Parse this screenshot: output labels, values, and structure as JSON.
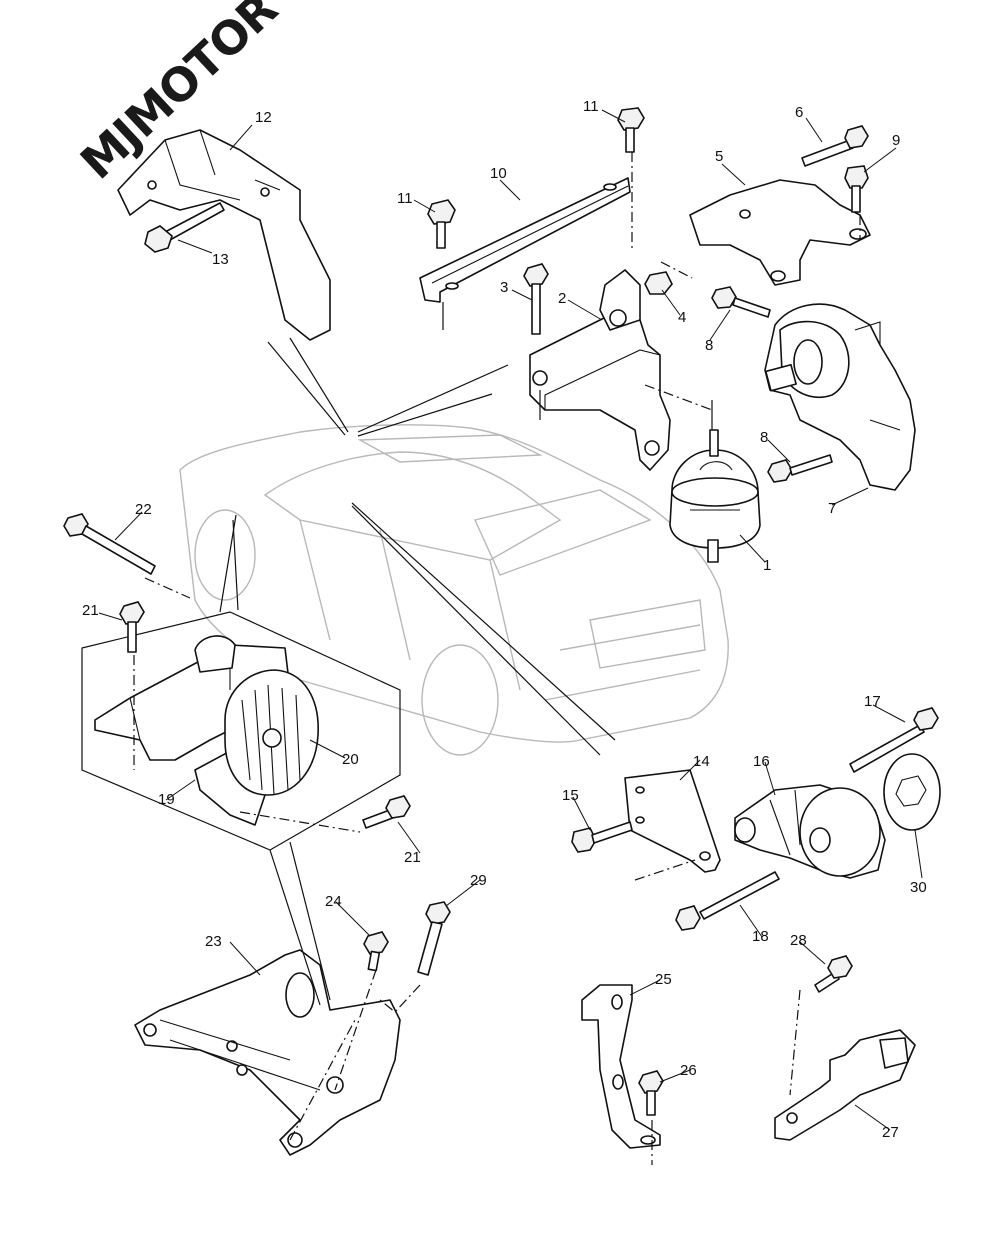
{
  "watermark": "MJMOTOR",
  "callouts": [
    {
      "id": "c12a",
      "label": "12"
    },
    {
      "id": "c13",
      "label": "13"
    },
    {
      "id": "c11a",
      "label": "11"
    },
    {
      "id": "c11b",
      "label": "11"
    },
    {
      "id": "c10",
      "label": "10"
    },
    {
      "id": "c6",
      "label": "6"
    },
    {
      "id": "c9",
      "label": "9"
    },
    {
      "id": "c5",
      "label": "5"
    },
    {
      "id": "c3",
      "label": "3"
    },
    {
      "id": "c2",
      "label": "2"
    },
    {
      "id": "c4",
      "label": "4"
    },
    {
      "id": "c8a",
      "label": "8"
    },
    {
      "id": "c8b",
      "label": "8"
    },
    {
      "id": "c7",
      "label": "7"
    },
    {
      "id": "c1",
      "label": "1"
    },
    {
      "id": "c22",
      "label": "22"
    },
    {
      "id": "c21a",
      "label": "21"
    },
    {
      "id": "c20",
      "label": "20"
    },
    {
      "id": "c19",
      "label": "19"
    },
    {
      "id": "c21b",
      "label": "21"
    },
    {
      "id": "c17",
      "label": "17"
    },
    {
      "id": "c14",
      "label": "14"
    },
    {
      "id": "c16",
      "label": "16"
    },
    {
      "id": "c15",
      "label": "15"
    },
    {
      "id": "c30",
      "label": "30"
    },
    {
      "id": "c18",
      "label": "18"
    },
    {
      "id": "c29",
      "label": "29"
    },
    {
      "id": "c24",
      "label": "24"
    },
    {
      "id": "c23",
      "label": "23"
    },
    {
      "id": "c28",
      "label": "28"
    },
    {
      "id": "c25",
      "label": "25"
    },
    {
      "id": "c26",
      "label": "26"
    },
    {
      "id": "c27",
      "label": "27"
    }
  ]
}
